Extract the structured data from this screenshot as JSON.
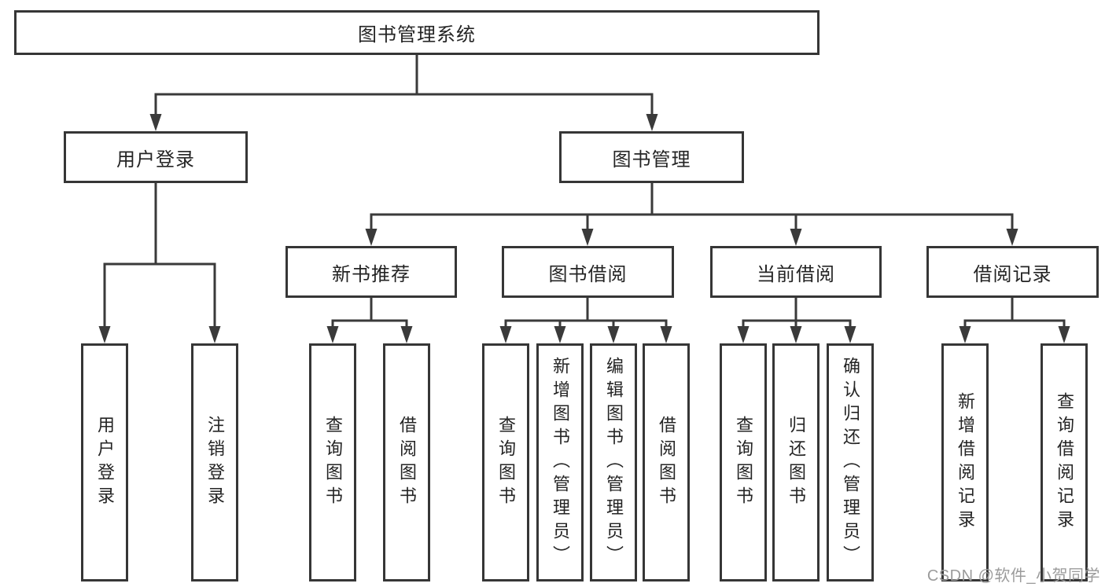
{
  "diagram": {
    "title": "图书管理系统",
    "colors": {
      "line": "#3a3a3a",
      "box_border": "#363636",
      "text": "#242424",
      "background": "#ffffff",
      "watermark": "#9b9b9b"
    },
    "nodes": {
      "root": "图书管理系统",
      "user_login": "用户登录",
      "book_mgmt": "图书管理",
      "new_book_rec": "新书推荐",
      "book_borrow": "图书借阅",
      "current_borrow": "当前借阅",
      "borrow_record": "借阅记录",
      "leaf_user_login": "用户登录",
      "leaf_logout": "注销登录",
      "leaf_query_book_rec": "查询图书",
      "leaf_borrow_book_rec": "借阅图书",
      "leaf_query_book_borrow": "查询图书",
      "leaf_add_book_admin": "新增图书（管理员）",
      "leaf_edit_book_admin": "编辑图书（管理员）",
      "leaf_borrow_book_borrow": "借阅图书",
      "leaf_query_book_current": "查询图书",
      "leaf_return_book": "归还图书",
      "leaf_confirm_return_admin": "确认归还（管理员）",
      "leaf_add_borrow_record": "新增借阅记录",
      "leaf_query_borrow_record": "查询借阅记录"
    },
    "watermark": "CSDN @软件_小贺同学"
  }
}
